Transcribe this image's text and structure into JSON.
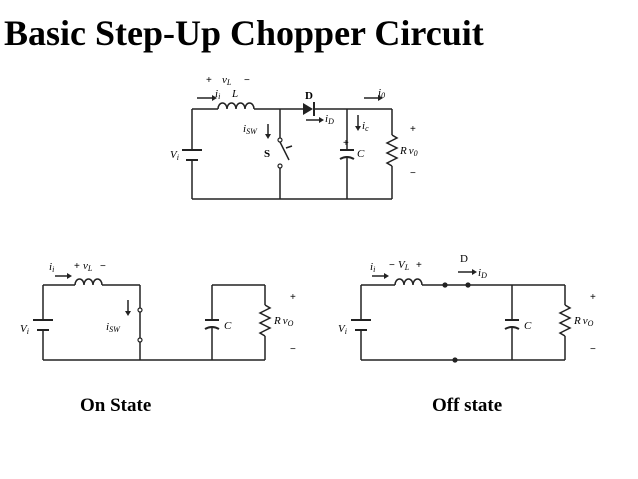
{
  "title": "Basic Step-Up Chopper Circuit",
  "captions": {
    "on": "On State",
    "off": "Off state"
  },
  "labels": {
    "plus": "+",
    "minus": "−",
    "v": "v",
    "i": "i",
    "L": "L",
    "D": "D",
    "S": "S",
    "C": "C",
    "R": "R",
    "V": "V",
    "sub_i": "i",
    "sub_L": "L",
    "sub_D": "D",
    "sub_sw": "SW",
    "sub_c": "c",
    "sub_o": "O",
    "sub_0": "0"
  }
}
